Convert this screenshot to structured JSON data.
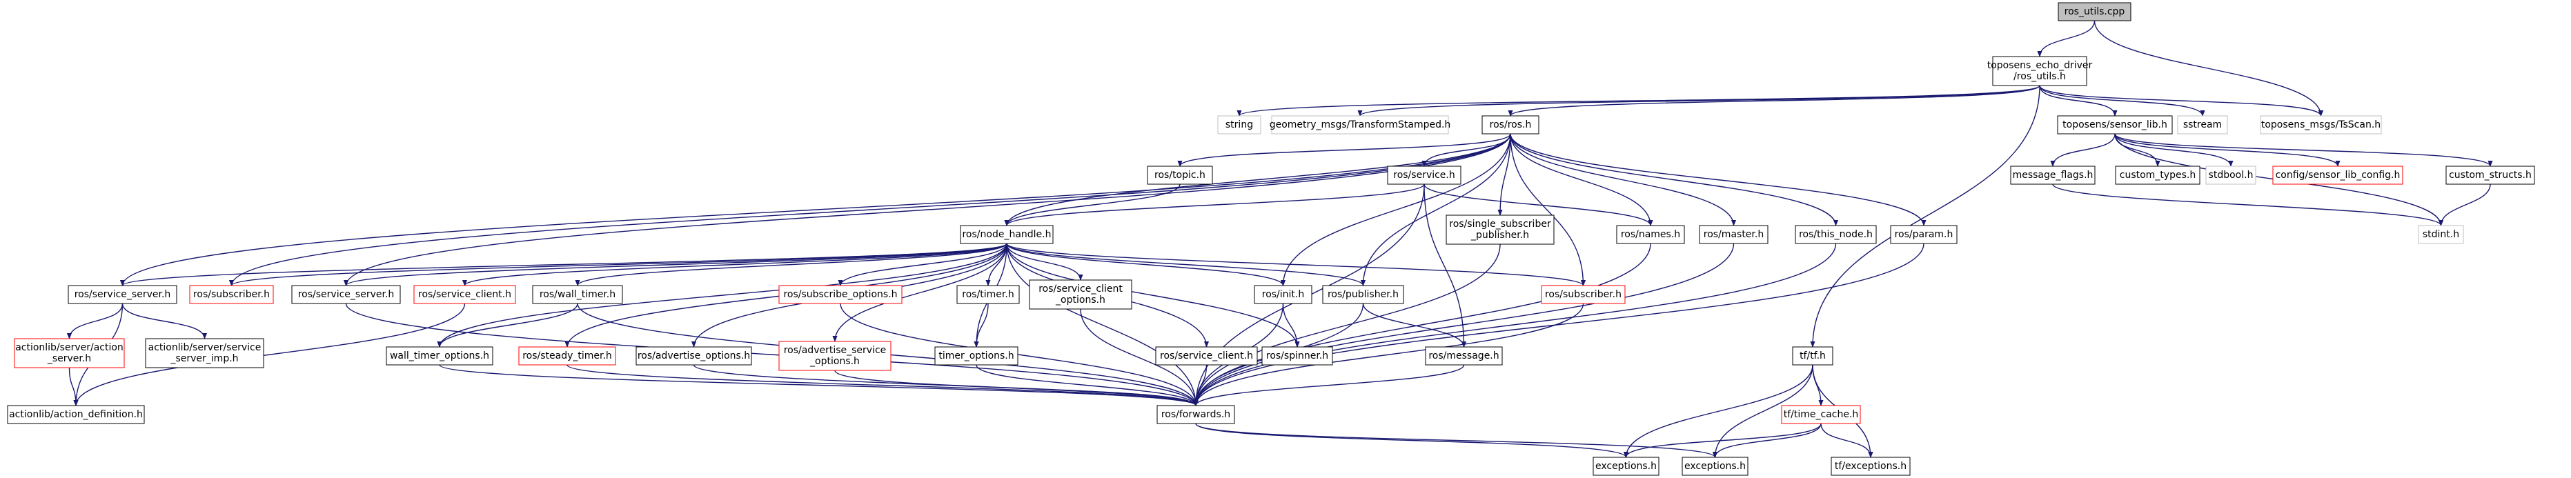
{
  "diagram": {
    "colors": {
      "edge": "#191970",
      "border_default": "#000000",
      "border_missing": "#bfbfbf",
      "border_truncated": "#ff0000",
      "root_fill": "#bfbfbf",
      "text": "#000000"
    },
    "nodes": [
      {
        "id": "n_ros_utils_cpp",
        "lines": [
          "ros_utils.cpp"
        ],
        "style": "root"
      },
      {
        "id": "n_toposens_echo_driver_ros_utils_h",
        "lines": [
          "toposens_echo_driver",
          "/ros_utils.h"
        ],
        "style": "default"
      },
      {
        "id": "n_string",
        "lines": [
          "string"
        ],
        "style": "missing"
      },
      {
        "id": "n_geometry_msgs_transformstamped_h",
        "lines": [
          "geometry_msgs/TransformStamped.h"
        ],
        "style": "missing"
      },
      {
        "id": "n_ros_ros_h",
        "lines": [
          "ros/ros.h"
        ],
        "style": "default"
      },
      {
        "id": "n_toposens_sensor_lib_h",
        "lines": [
          "toposens/sensor_lib.h"
        ],
        "style": "default"
      },
      {
        "id": "n_sstream",
        "lines": [
          "sstream"
        ],
        "style": "missing"
      },
      {
        "id": "n_toposens_msgs_tsscan_h",
        "lines": [
          "toposens_msgs/TsScan.h"
        ],
        "style": "missing"
      },
      {
        "id": "n_ros_topic_h",
        "lines": [
          "ros/topic.h"
        ],
        "style": "default"
      },
      {
        "id": "n_ros_service_h",
        "lines": [
          "ros/service.h"
        ],
        "style": "default"
      },
      {
        "id": "n_ros_single_subscriber_publisher_h",
        "lines": [
          "ros/single_subscriber",
          "_publisher.h"
        ],
        "style": "default"
      },
      {
        "id": "n_ros_names_h",
        "lines": [
          "ros/names.h"
        ],
        "style": "default"
      },
      {
        "id": "n_ros_master_h",
        "lines": [
          "ros/master.h"
        ],
        "style": "default"
      },
      {
        "id": "n_ros_this_node_h",
        "lines": [
          "ros/this_node.h"
        ],
        "style": "default"
      },
      {
        "id": "n_ros_param_h",
        "lines": [
          "ros/param.h"
        ],
        "style": "default"
      },
      {
        "id": "n_ros_node_handle_h",
        "lines": [
          "ros/node_handle.h"
        ],
        "style": "default"
      },
      {
        "id": "n_message_flags_h",
        "lines": [
          "message_flags.h"
        ],
        "style": "default"
      },
      {
        "id": "n_custom_types_h",
        "lines": [
          "custom_types.h"
        ],
        "style": "default"
      },
      {
        "id": "n_stdbool_h",
        "lines": [
          "stdbool.h"
        ],
        "style": "missing"
      },
      {
        "id": "n_config_sensor_lib_config_h",
        "lines": [
          "config/sensor_lib_config.h"
        ],
        "style": "truncated"
      },
      {
        "id": "n_custom_structs_h",
        "lines": [
          "custom_structs.h"
        ],
        "style": "default"
      },
      {
        "id": "n_stdint_h",
        "lines": [
          "stdint.h"
        ],
        "style": "missing"
      },
      {
        "id": "n_ros_service_server_h_a",
        "lines": [
          "ros/service_server.h"
        ],
        "style": "default"
      },
      {
        "id": "n_ros_subscriber_h_a",
        "lines": [
          "ros/subscriber.h"
        ],
        "style": "truncated"
      },
      {
        "id": "n_ros_service_server_h_b",
        "lines": [
          "ros/service_server.h"
        ],
        "style": "default"
      },
      {
        "id": "n_ros_service_client_h_a",
        "lines": [
          "ros/service_client.h"
        ],
        "style": "truncated"
      },
      {
        "id": "n_ros_wall_timer_h",
        "lines": [
          "ros/wall_timer.h"
        ],
        "style": "default"
      },
      {
        "id": "n_ros_subscribe_options_h",
        "lines": [
          "ros/subscribe_options.h"
        ],
        "style": "truncated"
      },
      {
        "id": "n_ros_timer_h",
        "lines": [
          "ros/timer.h"
        ],
        "style": "default"
      },
      {
        "id": "n_ros_service_client_options_h",
        "lines": [
          "ros/service_client",
          "_options.h"
        ],
        "style": "default"
      },
      {
        "id": "n_ros_init_h",
        "lines": [
          "ros/init.h"
        ],
        "style": "default"
      },
      {
        "id": "n_ros_publisher_h",
        "lines": [
          "ros/publisher.h"
        ],
        "style": "default"
      },
      {
        "id": "n_ros_subscriber_h_b",
        "lines": [
          "ros/subscriber.h"
        ],
        "style": "truncated"
      },
      {
        "id": "n_actionlib_server_action_server_h",
        "lines": [
          "actionlib/server/action",
          "_server.h"
        ],
        "style": "truncated"
      },
      {
        "id": "n_actionlib_server_service_server_imp_h",
        "lines": [
          "actionlib/server/service",
          "_server_imp.h"
        ],
        "style": "default"
      },
      {
        "id": "n_wall_timer_options_h",
        "lines": [
          "wall_timer_options.h"
        ],
        "style": "default"
      },
      {
        "id": "n_ros_steady_timer_h",
        "lines": [
          "ros/steady_timer.h"
        ],
        "style": "truncated"
      },
      {
        "id": "n_ros_advertise_options_h",
        "lines": [
          "ros/advertise_options.h"
        ],
        "style": "default"
      },
      {
        "id": "n_ros_advertise_service_options_h",
        "lines": [
          "ros/advertise_service",
          "_options.h"
        ],
        "style": "truncated"
      },
      {
        "id": "n_timer_options_h",
        "lines": [
          "timer_options.h"
        ],
        "style": "default"
      },
      {
        "id": "n_ros_service_client_h_b",
        "lines": [
          "ros/service_client.h"
        ],
        "style": "default"
      },
      {
        "id": "n_ros_spinner_h",
        "lines": [
          "ros/spinner.h"
        ],
        "style": "default"
      },
      {
        "id": "n_ros_message_h",
        "lines": [
          "ros/message.h"
        ],
        "style": "default"
      },
      {
        "id": "n_actionlib_action_definition_h",
        "lines": [
          "actionlib/action_definition.h"
        ],
        "style": "default"
      },
      {
        "id": "n_ros_forwards_h",
        "lines": [
          "ros/forwards.h"
        ],
        "style": "default"
      },
      {
        "id": "n_tf_tf_h",
        "lines": [
          "tf/tf.h"
        ],
        "style": "default"
      },
      {
        "id": "n_tf_time_cache_h",
        "lines": [
          "tf/time_cache.h"
        ],
        "style": "truncated"
      },
      {
        "id": "n_exceptions_h_a",
        "lines": [
          "exceptions.h"
        ],
        "style": "default"
      },
      {
        "id": "n_exceptions_h_b",
        "lines": [
          "exceptions.h"
        ],
        "style": "default"
      },
      {
        "id": "n_tf_exceptions_h",
        "lines": [
          "tf/exceptions.h"
        ],
        "style": "default"
      }
    ],
    "edges": [
      [
        "n_ros_utils_cpp",
        "n_toposens_echo_driver_ros_utils_h"
      ],
      [
        "n_ros_utils_cpp",
        "n_toposens_msgs_tsscan_h"
      ],
      [
        "n_toposens_echo_driver_ros_utils_h",
        "n_string"
      ],
      [
        "n_toposens_echo_driver_ros_utils_h",
        "n_geometry_msgs_transformstamped_h"
      ],
      [
        "n_toposens_echo_driver_ros_utils_h",
        "n_ros_ros_h"
      ],
      [
        "n_toposens_echo_driver_ros_utils_h",
        "n_toposens_sensor_lib_h"
      ],
      [
        "n_toposens_echo_driver_ros_utils_h",
        "n_sstream"
      ],
      [
        "n_toposens_echo_driver_ros_utils_h",
        "n_toposens_msgs_tsscan_h"
      ],
      [
        "n_toposens_echo_driver_ros_utils_h",
        "n_tf_tf_h"
      ],
      [
        "n_ros_ros_h",
        "n_ros_topic_h"
      ],
      [
        "n_ros_ros_h",
        "n_ros_service_h"
      ],
      [
        "n_ros_ros_h",
        "n_ros_single_subscriber_publisher_h"
      ],
      [
        "n_ros_ros_h",
        "n_ros_names_h"
      ],
      [
        "n_ros_ros_h",
        "n_ros_master_h"
      ],
      [
        "n_ros_ros_h",
        "n_ros_this_node_h"
      ],
      [
        "n_ros_ros_h",
        "n_ros_param_h"
      ],
      [
        "n_ros_ros_h",
        "n_ros_node_handle_h"
      ],
      [
        "n_ros_ros_h",
        "n_ros_service_server_h_a"
      ],
      [
        "n_ros_ros_h",
        "n_ros_subscriber_h_a"
      ],
      [
        "n_ros_ros_h",
        "n_ros_service_server_h_b"
      ],
      [
        "n_ros_ros_h",
        "n_ros_init_h"
      ],
      [
        "n_ros_ros_h",
        "n_ros_publisher_h"
      ],
      [
        "n_ros_ros_h",
        "n_ros_subscriber_h_b"
      ],
      [
        "n_ros_topic_h",
        "n_ros_node_handle_h"
      ],
      [
        "n_ros_service_h",
        "n_ros_node_handle_h"
      ],
      [
        "n_ros_service_h",
        "n_ros_names_h"
      ],
      [
        "n_ros_service_h",
        "n_ros_message_h"
      ],
      [
        "n_ros_service_h",
        "n_ros_forwards_h"
      ],
      [
        "n_ros_single_subscriber_publisher_h",
        "n_ros_forwards_h"
      ],
      [
        "n_ros_names_h",
        "n_ros_forwards_h"
      ],
      [
        "n_ros_master_h",
        "n_ros_forwards_h"
      ],
      [
        "n_ros_this_node_h",
        "n_ros_forwards_h"
      ],
      [
        "n_ros_param_h",
        "n_ros_forwards_h"
      ],
      [
        "n_toposens_sensor_lib_h",
        "n_message_flags_h"
      ],
      [
        "n_toposens_sensor_lib_h",
        "n_custom_types_h"
      ],
      [
        "n_toposens_sensor_lib_h",
        "n_stdbool_h"
      ],
      [
        "n_toposens_sensor_lib_h",
        "n_config_sensor_lib_config_h"
      ],
      [
        "n_toposens_sensor_lib_h",
        "n_custom_structs_h"
      ],
      [
        "n_toposens_sensor_lib_h",
        "n_stdint_h"
      ],
      [
        "n_message_flags_h",
        "n_stdint_h"
      ],
      [
        "n_custom_structs_h",
        "n_stdint_h"
      ],
      [
        "n_ros_node_handle_h",
        "n_ros_service_server_h_a"
      ],
      [
        "n_ros_node_handle_h",
        "n_ros_subscriber_h_a"
      ],
      [
        "n_ros_node_handle_h",
        "n_ros_service_server_h_b"
      ],
      [
        "n_ros_node_handle_h",
        "n_ros_service_client_h_a"
      ],
      [
        "n_ros_node_handle_h",
        "n_ros_wall_timer_h"
      ],
      [
        "n_ros_node_handle_h",
        "n_ros_subscribe_options_h"
      ],
      [
        "n_ros_node_handle_h",
        "n_ros_timer_h"
      ],
      [
        "n_ros_node_handle_h",
        "n_ros_service_client_options_h"
      ],
      [
        "n_ros_node_handle_h",
        "n_ros_init_h"
      ],
      [
        "n_ros_node_handle_h",
        "n_ros_publisher_h"
      ],
      [
        "n_ros_node_handle_h",
        "n_ros_subscriber_h_b"
      ],
      [
        "n_ros_node_handle_h",
        "n_wall_timer_options_h"
      ],
      [
        "n_ros_node_handle_h",
        "n_ros_steady_timer_h"
      ],
      [
        "n_ros_node_handle_h",
        "n_ros_advertise_options_h"
      ],
      [
        "n_ros_node_handle_h",
        "n_ros_advertise_service_options_h"
      ],
      [
        "n_ros_node_handle_h",
        "n_timer_options_h"
      ],
      [
        "n_ros_node_handle_h",
        "n_ros_service_client_h_b"
      ],
      [
        "n_ros_node_handle_h",
        "n_ros_spinner_h"
      ],
      [
        "n_ros_node_handle_h",
        "n_ros_forwards_h"
      ],
      [
        "n_ros_service_server_h_a",
        "n_actionlib_server_action_server_h"
      ],
      [
        "n_ros_service_server_h_a",
        "n_actionlib_server_service_server_imp_h"
      ],
      [
        "n_ros_service_server_h_a",
        "n_actionlib_action_definition_h"
      ],
      [
        "n_actionlib_server_action_server_h",
        "n_actionlib_action_definition_h"
      ],
      [
        "n_ros_service_client_h_a",
        "n_actionlib_action_definition_h"
      ],
      [
        "n_ros_service_server_h_b",
        "n_ros_forwards_h"
      ],
      [
        "n_ros_wall_timer_h",
        "n_wall_timer_options_h"
      ],
      [
        "n_ros_wall_timer_h",
        "n_ros_forwards_h"
      ],
      [
        "n_wall_timer_options_h",
        "n_ros_forwards_h"
      ],
      [
        "n_ros_steady_timer_h",
        "n_ros_forwards_h"
      ],
      [
        "n_ros_advertise_options_h",
        "n_ros_forwards_h"
      ],
      [
        "n_ros_advertise_service_options_h",
        "n_ros_forwards_h"
      ],
      [
        "n_ros_subscribe_options_h",
        "n_ros_forwards_h"
      ],
      [
        "n_ros_timer_h",
        "n_timer_options_h"
      ],
      [
        "n_timer_options_h",
        "n_ros_forwards_h"
      ],
      [
        "n_ros_service_client_options_h",
        "n_ros_forwards_h"
      ],
      [
        "n_ros_service_client_h_b",
        "n_ros_forwards_h"
      ],
      [
        "n_ros_init_h",
        "n_ros_spinner_h"
      ],
      [
        "n_ros_init_h",
        "n_ros_forwards_h"
      ],
      [
        "n_ros_publisher_h",
        "n_ros_message_h"
      ],
      [
        "n_ros_publisher_h",
        "n_ros_forwards_h"
      ],
      [
        "n_ros_subscriber_h_b",
        "n_ros_forwards_h"
      ],
      [
        "n_ros_message_h",
        "n_ros_forwards_h"
      ],
      [
        "n_ros_forwards_h",
        "n_exceptions_h_a"
      ],
      [
        "n_ros_forwards_h",
        "n_exceptions_h_b"
      ],
      [
        "n_tf_tf_h",
        "n_tf_time_cache_h"
      ],
      [
        "n_tf_tf_h",
        "n_exceptions_h_a"
      ],
      [
        "n_tf_tf_h",
        "n_exceptions_h_b"
      ],
      [
        "n_tf_tf_h",
        "n_tf_exceptions_h"
      ],
      [
        "n_tf_time_cache_h",
        "n_exceptions_h_a"
      ],
      [
        "n_tf_time_cache_h",
        "n_exceptions_h_b"
      ],
      [
        "n_tf_time_cache_h",
        "n_tf_exceptions_h"
      ]
    ]
  }
}
